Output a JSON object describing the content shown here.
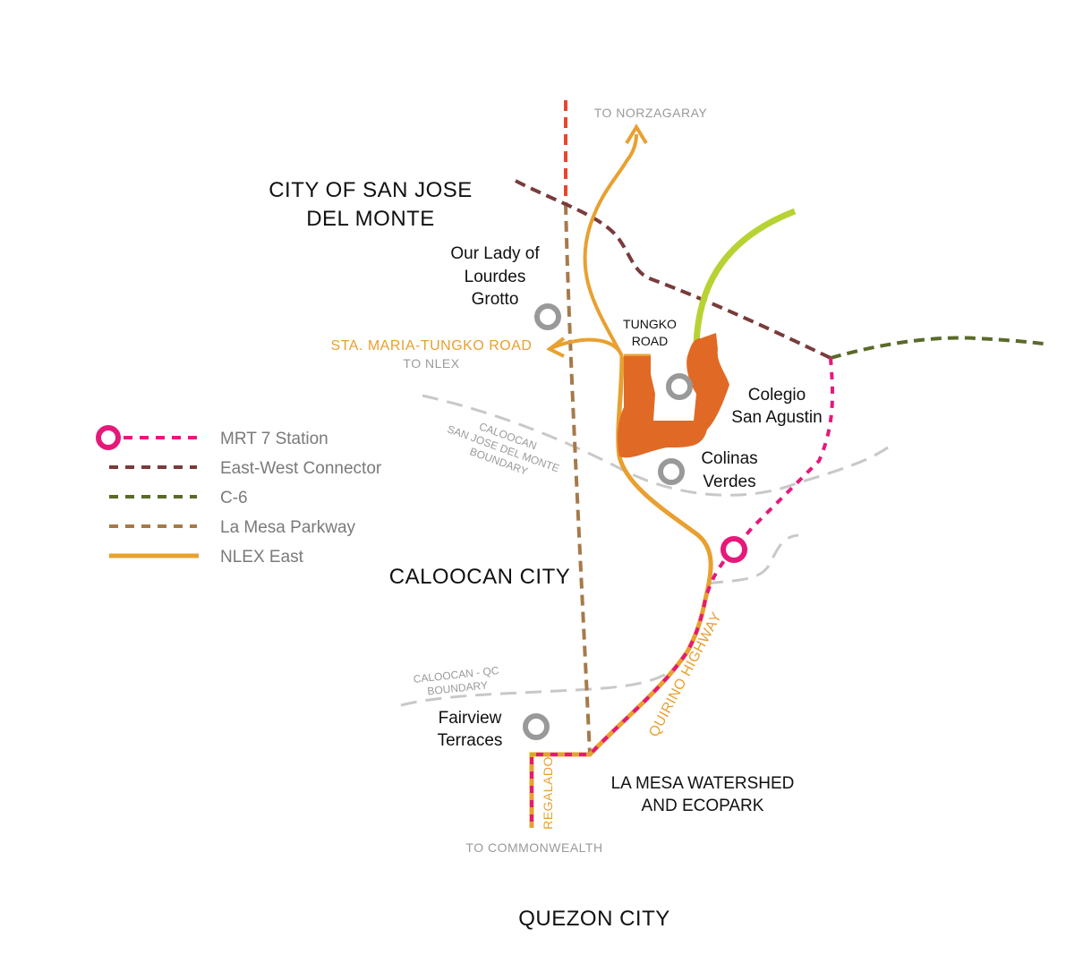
{
  "colors": {
    "mrt7": "#e6197a",
    "east_west_connector": "#7a3b3b",
    "c6": "#5a6a2a",
    "la_mesa_parkway": "#a57a4a",
    "nlex_east": "#e8a030",
    "red_road": "#e8472e",
    "lime_road": "#b7d333",
    "development": "#e06a25",
    "boundary": "#c8c8c8",
    "station_marker": "#999999"
  },
  "legend": {
    "items": [
      {
        "label": "MRT 7 Station",
        "icon": "mrt-station-icon"
      },
      {
        "label": "East-West Connector",
        "icon": "dashed-line-icon"
      },
      {
        "label": "C-6",
        "icon": "dashed-line-icon"
      },
      {
        "label": "La Mesa Parkway",
        "icon": "dashed-line-icon"
      },
      {
        "label": "NLEX East",
        "icon": "solid-line-icon"
      }
    ]
  },
  "areas": {
    "san_jose_line1": "CITY OF SAN JOSE",
    "san_jose_line2": "DEL MONTE",
    "caloocan": "CALOOCAN CITY",
    "quezon": "QUEZON CITY",
    "la_mesa_line1": "LA MESA WATERSHED",
    "la_mesa_line2": "AND ECOPARK"
  },
  "landmarks": {
    "lourdes_line1": "Our Lady of",
    "lourdes_line2": "Lourdes",
    "lourdes_line3": "Grotto",
    "colegio_line1": "Colegio",
    "colegio_line2": "San Agustin",
    "colinas_line1": "Colinas",
    "colinas_line2": "Verdes",
    "fairview_line1": "Fairview",
    "fairview_line2": "Terraces"
  },
  "roads": {
    "to_norzagaray": "TO NORZAGARAY",
    "sta_maria": "STA. MARIA-TUNGKO ROAD",
    "to_nlex": "TO NLEX",
    "tungko_line1": "TUNGKO",
    "tungko_line2": "ROAD",
    "quirino": "QUIRINO HIGHWAY",
    "regalado": "REGALADO",
    "to_commonwealth": "TO COMMONWEALTH"
  },
  "boundaries": {
    "sjdm_line1": "CALOOCAN",
    "sjdm_line2": "SAN JOSE DEL MONTE",
    "sjdm_line3": "BOUNDARY",
    "qc_line1": "CALOOCAN - QC",
    "qc_line2": "BOUNDARY"
  }
}
